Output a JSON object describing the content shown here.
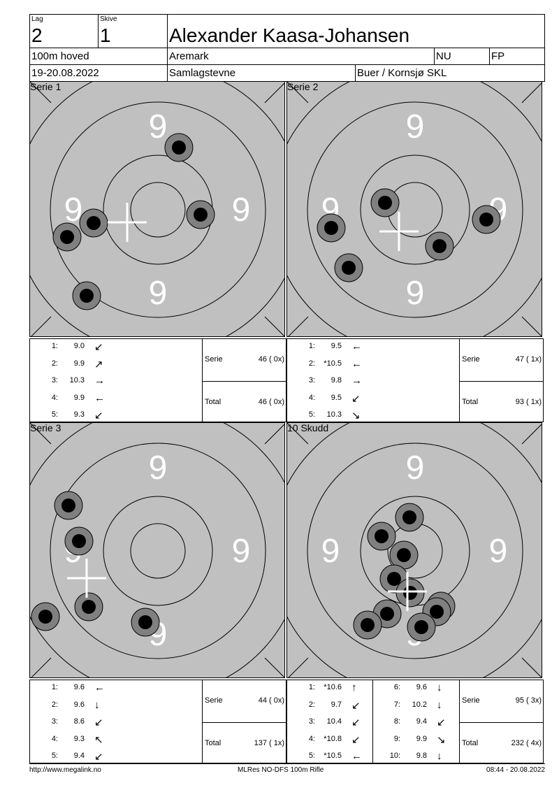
{
  "header": {
    "lag_label": "Lag",
    "lag_value": "2",
    "skive_label": "Skive",
    "skive_value": "1",
    "shooter_name": "Alexander Kaasa-Johansen",
    "discipline": "100m hoved",
    "location": "Aremark",
    "class": "NU",
    "fp": "FP",
    "date": "19-20.08.2022",
    "event": "Samlagstevne",
    "club": "Buer / Kornsjø SKL"
  },
  "colors": {
    "target_bg": "#c0c0c0",
    "ring": "#000000",
    "hit_outer": "#808080",
    "hit_inner": "#000000",
    "cross": "#ffffff",
    "nine": "#ffffff"
  },
  "ring_label": "9",
  "sum_labels": {
    "serie": "Serie",
    "total": "Total"
  },
  "panels": [
    {
      "title": "Serie 1",
      "shots": [
        {
          "n": "1:",
          "v": "9.0",
          "dir": "↙"
        },
        {
          "n": "2:",
          "v": "9.9",
          "dir": "↗"
        },
        {
          "n": "3:",
          "v": "10.3",
          "dir": "→"
        },
        {
          "n": "4:",
          "v": "9.9",
          "dir": "←"
        },
        {
          "n": "5:",
          "v": "9.3",
          "dir": "↙"
        }
      ],
      "serie": "46 ( 0x)",
      "total": "46 ( 0x)"
    },
    {
      "title": "Serie 2",
      "shots": [
        {
          "n": "1:",
          "v": "9.5",
          "dir": "←"
        },
        {
          "n": "2:",
          "v": "*10.5",
          "dir": "←"
        },
        {
          "n": "3:",
          "v": "9.8",
          "dir": "→"
        },
        {
          "n": "4:",
          "v": "9.5",
          "dir": "↙"
        },
        {
          "n": "5:",
          "v": "10.3",
          "dir": "↘"
        }
      ],
      "serie": "47 ( 1x)",
      "total": "93 ( 1x)"
    },
    {
      "title": "Serie 3",
      "shots": [
        {
          "n": "1:",
          "v": "9.6",
          "dir": "←"
        },
        {
          "n": "2:",
          "v": "9.6",
          "dir": "↓"
        },
        {
          "n": "3:",
          "v": "8.6",
          "dir": "↙"
        },
        {
          "n": "4:",
          "v": "9.3",
          "dir": "↖"
        },
        {
          "n": "5:",
          "v": "9.4",
          "dir": "↙"
        }
      ],
      "serie": "44 ( 0x)",
      "total": "137 ( 1x)"
    },
    {
      "title": "10 Skudd",
      "shots": [
        {
          "n": "1:",
          "v": "*10.6",
          "dir": "↑"
        },
        {
          "n": "2:",
          "v": "9.7",
          "dir": "↙"
        },
        {
          "n": "3:",
          "v": "10.4",
          "dir": "↙"
        },
        {
          "n": "4:",
          "v": "*10.8",
          "dir": "↙"
        },
        {
          "n": "5:",
          "v": "*10.5",
          "dir": "←"
        },
        {
          "n": "6:",
          "v": "9.6",
          "dir": "↓"
        },
        {
          "n": "7:",
          "v": "10.2",
          "dir": "↓"
        },
        {
          "n": "8:",
          "v": "9.4",
          "dir": "↙"
        },
        {
          "n": "9:",
          "v": "9.9",
          "dir": "↘"
        },
        {
          "n": "10:",
          "v": "9.8",
          "dir": "↓"
        }
      ],
      "serie": "95 ( 3x)",
      "total": "232 ( 4x)"
    }
  ],
  "footer": {
    "left": "http://www.megalink.no",
    "center": "MLRes NO-DFS 100m Rifle",
    "right": "08:44 - 20.08.2022"
  }
}
